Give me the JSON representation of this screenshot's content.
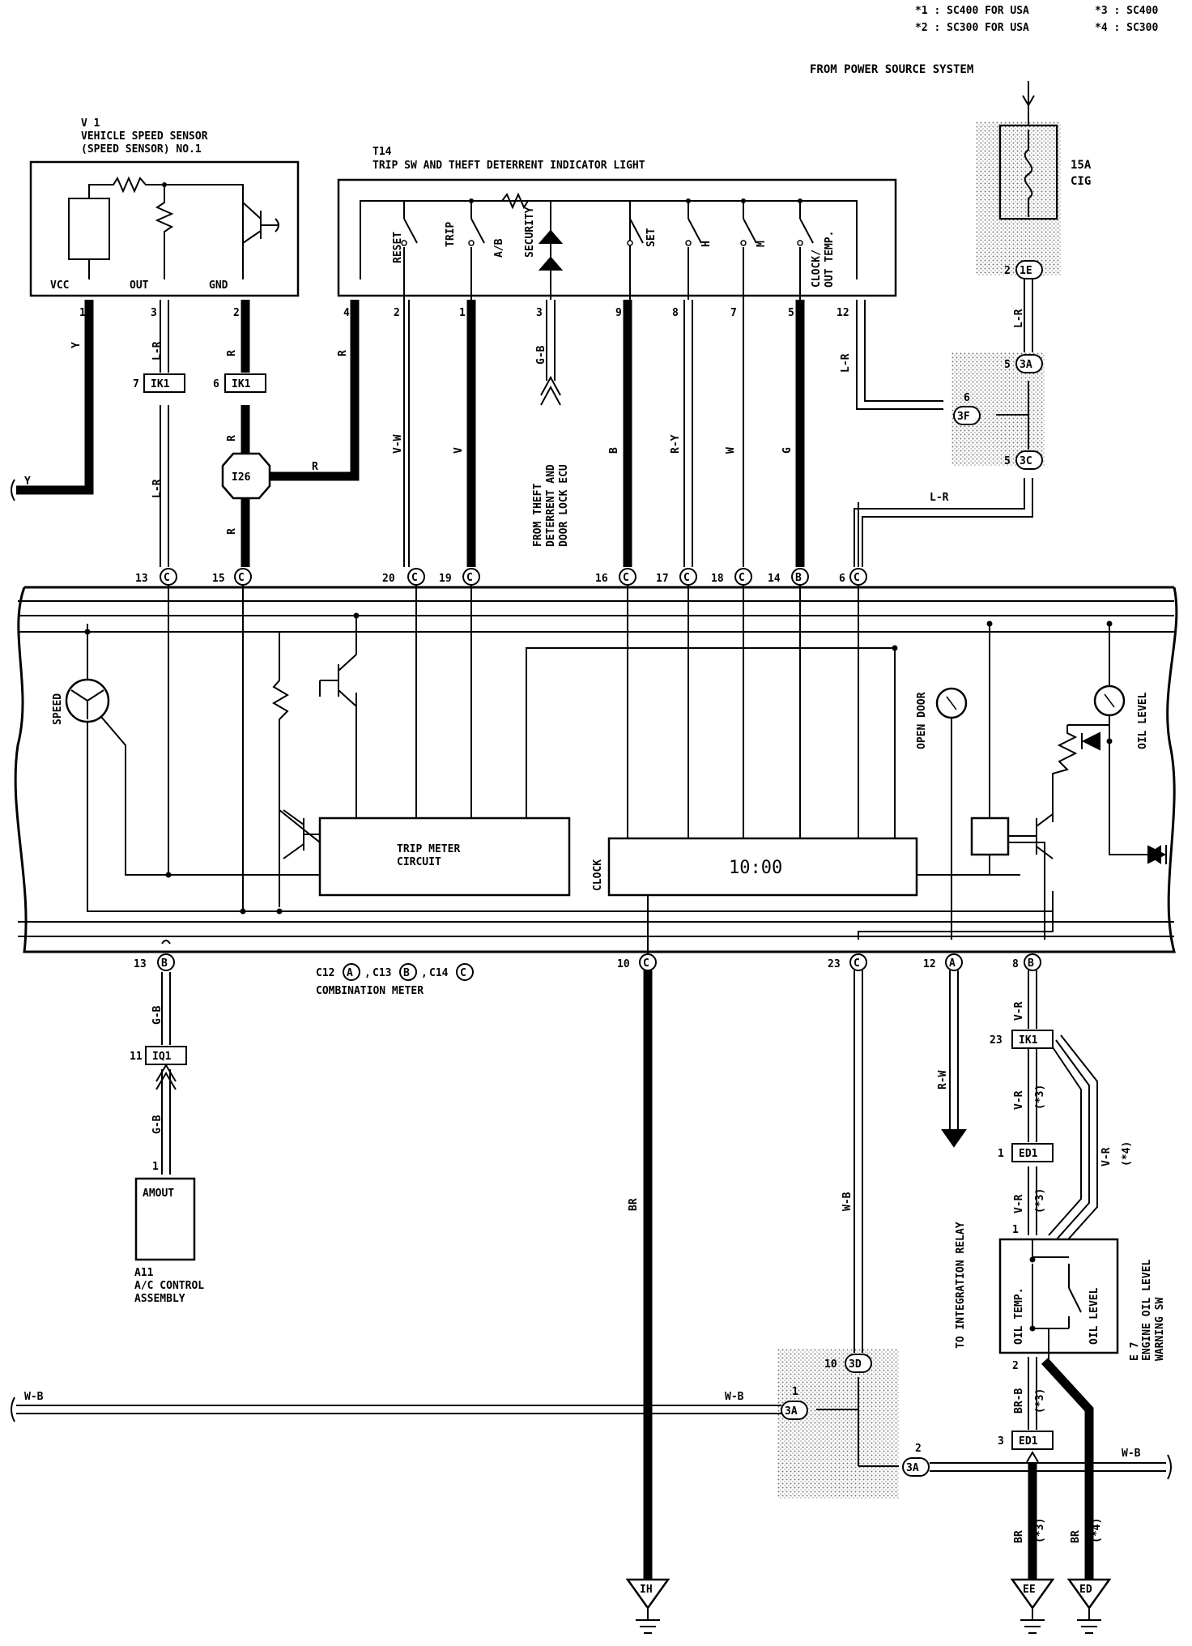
{
  "notes": {
    "n1": "*1 : SC400 FOR USA",
    "n2": "*2 : SC300 FOR USA",
    "n3": "*3 : SC400",
    "n4": "*4 : SC300"
  },
  "power": {
    "title": "FROM POWER SOURCE SYSTEM",
    "fuse_rating": "15A",
    "fuse_name": "CIG"
  },
  "v1": {
    "id": "V 1",
    "name1": "VEHICLE SPEED SENSOR",
    "name2": "(SPEED SENSOR) NO.1",
    "vcc": "VCC",
    "out": "OUT",
    "gnd": "GND"
  },
  "t14": {
    "id": "T14",
    "name": "TRIP SW AND THEFT DETERRENT INDICATOR LIGHT",
    "reset": "RESET",
    "trip": "TRIP",
    "ab": "A/B",
    "security": "SECURITY",
    "set": "SET",
    "h": "H",
    "m": "M",
    "clock": "CLOCK/",
    "outtemp": "OUT TEMP."
  },
  "meter": {
    "speed": "SPEED",
    "trip_circuit1": "TRIP METER",
    "trip_circuit2": "CIRCUIT",
    "clock_label": "CLOCK",
    "clock_time": "10:00",
    "open_door": "OPEN DOOR",
    "oil_level": "OIL LEVEL",
    "c12": "C12",
    "c13": "C13",
    "c14": "C14",
    "combo_name": "COMBINATION METER",
    "letter_a": "A",
    "letter_b": "B",
    "letter_c": "C"
  },
  "theft_from": [
    "FROM THEFT",
    "DETERRENT AND",
    "DOOR LOCK ECU"
  ],
  "connectors": {
    "ik1": "IK1",
    "i26": "I26",
    "iq1": "IQ1",
    "ed1": "ED1",
    "c1e": "1E",
    "c3a": "3A",
    "c3f": "3F",
    "c3c": "3C",
    "c3d": "3D"
  },
  "a11": {
    "terminal": "AMOUT",
    "id": "A11",
    "name1": "A/C CONTROL",
    "name2": "ASSEMBLY"
  },
  "e7": {
    "id": "E 7",
    "name1": "ENGINE OIL LEVEL",
    "name2": "WARNING SW",
    "oil_temp": "OIL TEMP.",
    "oil_level": "OIL LEVEL"
  },
  "integration": "TO INTEGRATION RELAY",
  "grounds": {
    "ih": "IH",
    "ee": "EE",
    "ed": "ED"
  },
  "wires": {
    "y": "Y",
    "lr": "L-R",
    "r": "R",
    "vw": "V-W",
    "v": "V",
    "gb": "G-B",
    "b": "B",
    "ry": "R-Y",
    "w": "W",
    "g": "G",
    "br": "BR",
    "wb": "W-B",
    "rw": "R-W",
    "vr": "V-R",
    "brb": "BR-B",
    "s3": "(*3)",
    "s4": "(*4)"
  },
  "pins": {
    "p1": "1",
    "p2": "2",
    "p3": "3",
    "p4": "4",
    "p5": "5",
    "p6": "6",
    "p7": "7",
    "p8": "8",
    "p9": "9",
    "p10": "10",
    "p11": "11",
    "p12": "12",
    "p13": "13",
    "p14": "14",
    "p15": "15",
    "p16": "16",
    "p17": "17",
    "p18": "18",
    "p19": "19",
    "p20": "20",
    "p23": "23"
  }
}
